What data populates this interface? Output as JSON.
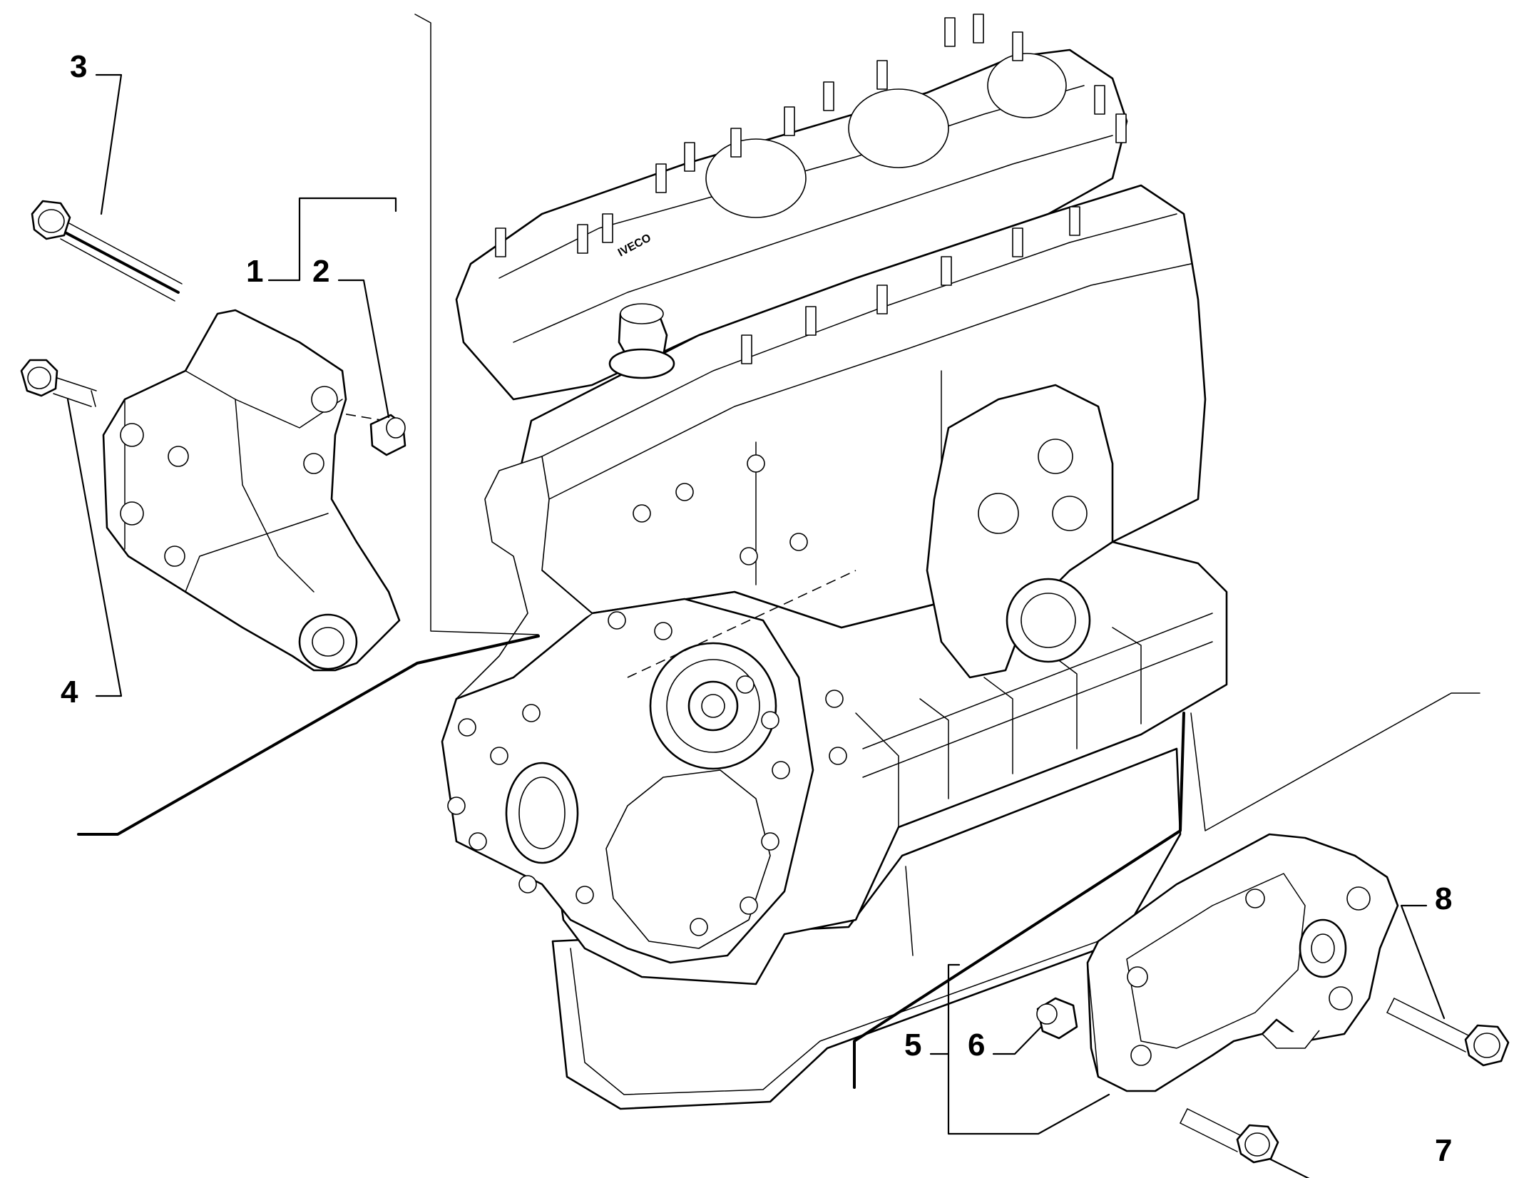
{
  "callouts": [
    {
      "id": "1",
      "label": "1"
    },
    {
      "id": "2",
      "label": "2"
    },
    {
      "id": "3",
      "label": "3"
    },
    {
      "id": "4",
      "label": "4"
    },
    {
      "id": "5",
      "label": "5"
    },
    {
      "id": "6",
      "label": "6"
    },
    {
      "id": "7",
      "label": "7"
    },
    {
      "id": "8",
      "label": "8"
    }
  ],
  "engine": {
    "logo_text": "IVECO"
  }
}
